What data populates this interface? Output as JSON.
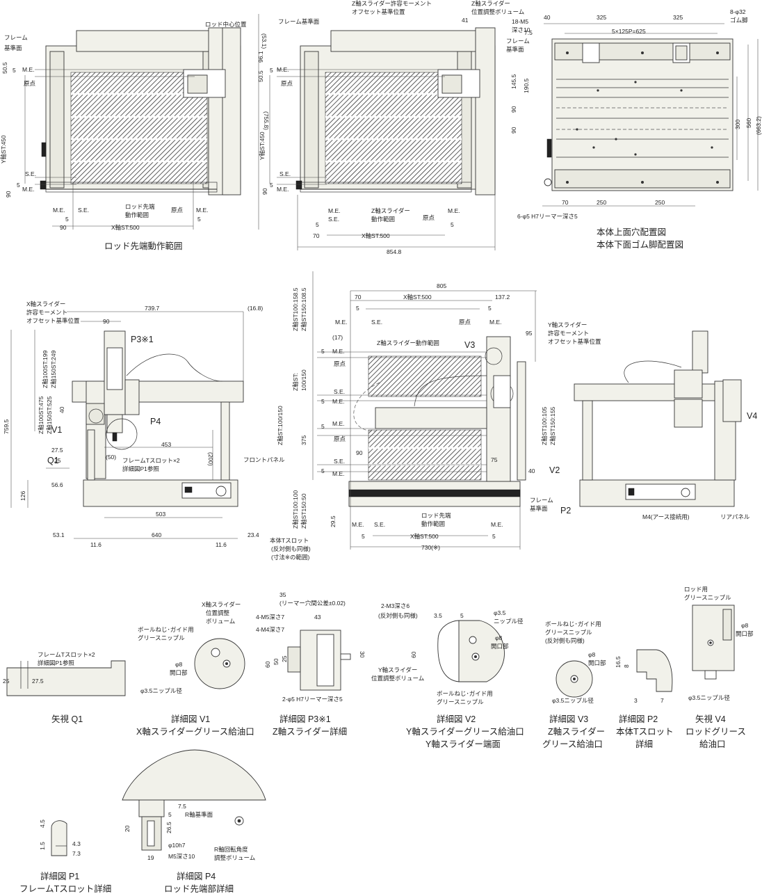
{
  "captions": {
    "rod_range": "ロッド先端動作範囲",
    "hole_layout_1": "本体上面穴配置図",
    "hole_layout_2": "本体下面ゴム脚配置図",
    "q1": "矢視 Q1",
    "v1_a": "詳細図 V1",
    "v1_b": "X軸スライダーグリース給油口",
    "p3_a": "詳細図 P3※1",
    "p3_b": "Z軸スライダー詳細",
    "v2_a": "詳細図 V2",
    "v2_b": "Y軸スライダーグリース給油口",
    "v2_c": "Y軸スライダー端面",
    "v3_a": "詳細図 V3",
    "v3_b": "Z軸スライダー",
    "v3_c": "グリース給油口",
    "p2_a": "詳細図 P2",
    "p2_b": "本体Tスロット",
    "p2_c": "詳細",
    "v4_a": "矢視 V4",
    "v4_b": "ロッドグリース",
    "v4_c": "給油口",
    "p1_a": "詳細図 P1",
    "p1_b": "フレームTスロット詳細",
    "p4_a": "詳細図 P4",
    "p4_b": "ロッド先端部詳細"
  },
  "top_left": {
    "frame_ref_1": "フレーム",
    "frame_ref_2": "基準面",
    "rod_center": "ロッド中心位置",
    "d_53_1": "(53.1)",
    "d_50_5": "50.5",
    "d_5a": "5",
    "me": "M.E.",
    "origin": "原点",
    "y_st": "Y軸ST:450",
    "d_755_8": "(755.8)",
    "se": "S.E.",
    "d_5b": "5",
    "d_90": "90",
    "me2": "M.E.",
    "rod_tip_1": "ロッド先端",
    "rod_tip_2": "動作範囲",
    "me_b": "M.E.",
    "se_b": "S.E.",
    "origin_b": "原点",
    "me_c": "M.E.",
    "d_5c": "5",
    "d_5d": "5",
    "d_90b": "90",
    "x_st": "X軸ST:500"
  },
  "top_mid": {
    "frame_ref": "フレーム基準面",
    "z_moment_1": "Z軸スライダー許容モーメント",
    "z_moment_2": "オフセット基準位置",
    "z_vol_1": "Z軸スライダー",
    "z_vol_2": "位置調整ボリューム",
    "d_41": "41",
    "d_96_1": "96.1",
    "d_50_5": "50.5",
    "d_5": "5",
    "me": "M.E.",
    "origin": "原点",
    "y_st": "Y軸ST:450",
    "se": "S.E.",
    "d_5b": "5",
    "me2": "M.E.",
    "d_90": "90",
    "me_b": "M.E.",
    "se_b": "S.E.",
    "z_range_1": "Z軸スライダー",
    "z_range_2": "動作範囲",
    "origin_b": "原点",
    "me_c": "M.E.",
    "d_5c": "5",
    "d_5d": "5",
    "d_70": "70",
    "x_st": "X軸ST:500",
    "d_854_8": "854.8"
  },
  "top_right": {
    "d_40": "40",
    "d_325a": "325",
    "d_325b": "325",
    "phi32_1": "8-φ32",
    "phi32_2": "ゴム脚",
    "m5_1": "18-M5",
    "m5_2": "深さ10",
    "d_7_5": "7.5",
    "pitch": "5×125P=625",
    "frame_1": "フレーム",
    "frame_2": "基準面",
    "d_145_5": "145.5",
    "d_190_5": "190.5",
    "d_90a": "90",
    "d_90b": "90",
    "d_300": "300",
    "d_560": "560",
    "d_663_2": "(663.2)",
    "d_70": "70",
    "d_250a": "250",
    "d_250b": "250",
    "ream": "6-φ5 H7リーマー深さ5"
  },
  "mid_left": {
    "x_moment_1": "X軸スライダー",
    "x_moment_2": "許容モーメント",
    "x_moment_3": "オフセット基準位置",
    "d_739_7": "739.7",
    "d_16_8": "(16.8)",
    "d_90": "90",
    "p3": "P3※1",
    "z100": "Z軸100ST:199",
    "z150": "Z軸150ST:249",
    "z100b": "Z軸100ST:475",
    "z150b": "Z軸150ST:525",
    "d_759_5": "759.5",
    "d_40": "40",
    "v1": "V1",
    "p4": "P4",
    "d_453": "453",
    "d_27_5": "27.5",
    "d_50": "(50)",
    "tslot_1": "フレームTスロット×2",
    "tslot_2": "詳細図P1参照",
    "d_200": "(200)",
    "front_panel": "フロントパネル",
    "q1": "Q1",
    "d_25": "25",
    "d_56_6": "56.6",
    "d_126": "126",
    "d_503": "503",
    "d_53_1": "53.1",
    "d_640": "640",
    "d_23_4": "23.4",
    "d_11_6a": "11.6",
    "d_11_6b": "11.6"
  },
  "mid_center": {
    "z100_top": "Z軸ST100:158.5",
    "z150_top": "Z軸ST150:108.5",
    "d_805": "805",
    "d_70": "70",
    "x_st": "X軸ST:500",
    "d_137_2": "137.2",
    "d_5a": "5",
    "d_5b": "5",
    "me": "M.E.",
    "se": "S.E.",
    "origin": "原点",
    "me2": "M.E.",
    "d_17": "(17)",
    "z_range": "Z軸スライダー動作範囲",
    "v3": "V3",
    "d_95": "95",
    "y_moment_1": "Y軸スライダー",
    "y_moment_2": "許容モーメント",
    "y_moment_3": "オフセット基準位置",
    "d_5c": "5",
    "me3": "M.E.",
    "origin2": "原点",
    "zst_1": "Z軸ST:",
    "zst_2": "100/150",
    "se2": "S.E.",
    "d_5d": "5",
    "me4": "M.E.",
    "z100_r": "Z軸ST100:105",
    "z150_r": "Z軸ST150:155",
    "zst_3": "Z軸ST:100/150",
    "d_375": "375",
    "d_5e": "5",
    "me5": "M.E.",
    "origin3": "原点",
    "d_90": "90",
    "v2": "V2",
    "d_40": "40",
    "d_75": "75",
    "se3": "S.E.",
    "d_5f": "5",
    "me6": "M.E.",
    "z100_b": "Z軸ST100:100",
    "z150_b": "Z軸ST150:50",
    "frame_1": "フレーム",
    "frame_2": "基準面",
    "rod_1": "ロッド先端",
    "rod_2": "動作範囲",
    "d_29_5": "29.5",
    "me_b": "M.E.",
    "se_b": "S.E.",
    "me_c": "M.E.",
    "d_5g": "5",
    "x_st2": "X軸ST:500",
    "d_5h": "5",
    "body_slot_1": "本体Tスロット",
    "body_slot_2": "(反対側も同様)",
    "body_slot_3": "(寸法※の範囲)",
    "d_730": "730(※)"
  },
  "mid_right": {
    "v4": "V4",
    "p2": "P2",
    "m4": "M4(アース接続用)",
    "rear": "リアパネル"
  },
  "details": {
    "q1_tslot_1": "フレームTスロット×2",
    "q1_tslot_2": "詳細図P1参照",
    "q1_25": "25",
    "q1_27_5": "27.5",
    "v1_vol_1": "X軸スライダー",
    "v1_vol_2": "位置調整",
    "v1_vol_3": "ボリューム",
    "v1_nip_1": "ボールねじ･ガイド用",
    "v1_nip_2": "グリースニップル",
    "v1_phi8_1": "φ8",
    "v1_phi8_2": "開口部",
    "v1_phi35": "φ3.5ニップル径",
    "p3_35": "35",
    "p3_ream": "(リーマー穴間公差±0.02)",
    "p3_m5": "4-M5深さ7",
    "p3_m4": "4-M4深さ7",
    "p3_43": "43",
    "p3_60": "60",
    "p3_50": "50",
    "p3_25": "25",
    "p3_30": "30",
    "p3_ream2": "2-φ5 H7リーマー深さ5",
    "v2_m3_1": "2-M3深さ6",
    "v2_m3_2": "(反対側も同様)",
    "v2_3_5": "3.5",
    "v2_5": "5",
    "v2_phi35_1": "φ3.5",
    "v2_phi35_2": "ニップル径",
    "v2_60": "60",
    "v2_phi8_1": "φ8",
    "v2_phi8_2": "開口部",
    "v2_vol_1": "Y軸スライダー",
    "v2_vol_2": "位置調整ボリューム",
    "v2_nip_1": "ボールねじ･ガイド用",
    "v2_nip_2": "グリースニップル",
    "v3_nip_1": "ボールねじ･ガイド用",
    "v3_nip_2": "グリースニップル",
    "v3_nip_3": "(反対側も同様)",
    "v3_phi8_1": "φ8",
    "v3_phi8_2": "開口部",
    "v3_phi35": "φ3.5ニップル径",
    "p2_16_5": "16.5",
    "p2_8": "8",
    "p2_3": "3",
    "p2_7": "7",
    "v4_rod_1": "ロッド用",
    "v4_rod_2": "グリースニップル",
    "v4_phi8_1": "φ8",
    "v4_phi8_2": "開口部",
    "v4_phi35": "φ3.5ニップル径",
    "p1_4_5": "4.5",
    "p1_1_5": "1.5",
    "p1_4_3": "4.3",
    "p1_7_3": "7.3",
    "p4_7_5": "7.5",
    "p4_5": "5",
    "p4_r": "R軸基準面",
    "p4_20": "20",
    "p4_26_5": "26.5",
    "p4_phi10": "φ10h7",
    "p4_19": "19",
    "p4_m5": "M5深さ10",
    "p4_vol_1": "R軸回転角度",
    "p4_vol_2": "調整ボリューム"
  }
}
